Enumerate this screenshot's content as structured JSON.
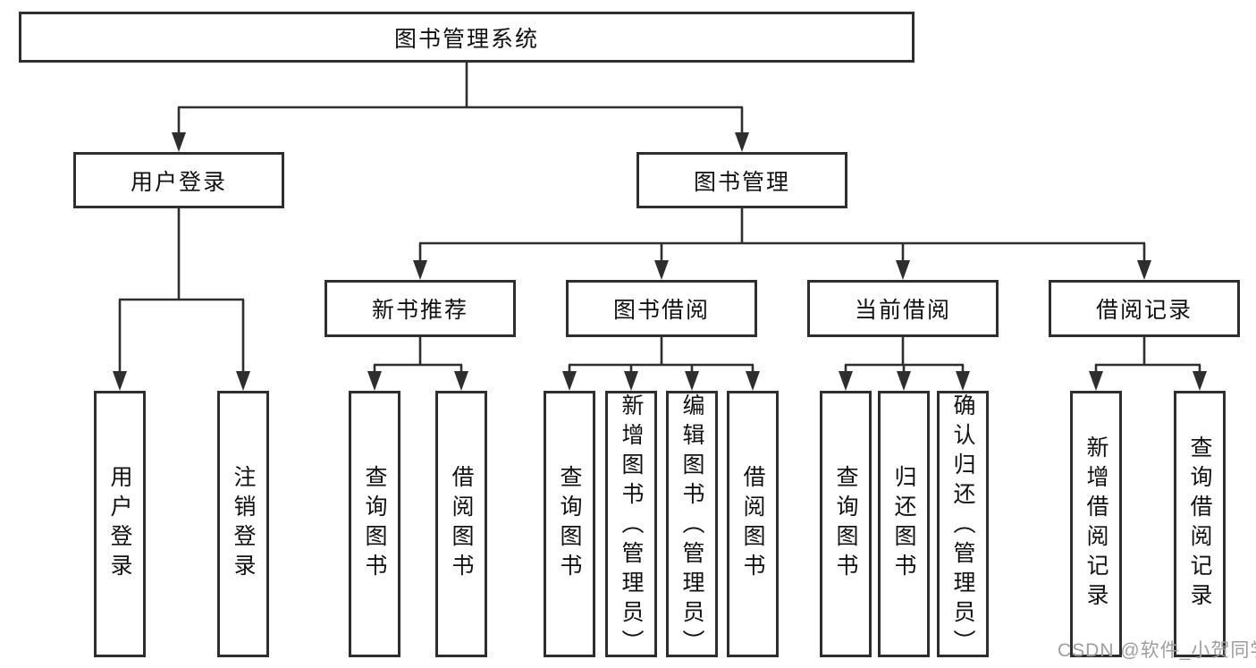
{
  "diagram": {
    "root": {
      "label": "图书管理系统"
    },
    "level2": [
      {
        "label": "用户登录"
      },
      {
        "label": "图书管理"
      }
    ],
    "level3": [
      {
        "label": "新书推荐"
      },
      {
        "label": "图书借阅"
      },
      {
        "label": "当前借阅"
      },
      {
        "label": "借阅记录"
      }
    ],
    "leaves": {
      "login": [
        {
          "label": "用户登录"
        },
        {
          "label": "注销登录"
        }
      ],
      "recommend": [
        {
          "label": "查询图书"
        },
        {
          "label": "借阅图书"
        }
      ],
      "borrow": [
        {
          "label": "查询图书"
        },
        {
          "label": "新增图书（管理员）"
        },
        {
          "label": "编辑图书（管理员）"
        },
        {
          "label": "借阅图书"
        }
      ],
      "current": [
        {
          "label": "查询图书"
        },
        {
          "label": "归还图书"
        },
        {
          "label": "确认归还（管理员）"
        }
      ],
      "records": [
        {
          "label": "新增借阅记录"
        },
        {
          "label": "查询借阅记录"
        }
      ]
    }
  },
  "watermark": {
    "text": "CSDN @软件_小贺同学"
  },
  "colors": {
    "line": "#2e2e2e",
    "box_border": "#2e2e2e",
    "box_bg": "#ffffff",
    "text": "#111111",
    "watermark": "#9e9e9e"
  }
}
